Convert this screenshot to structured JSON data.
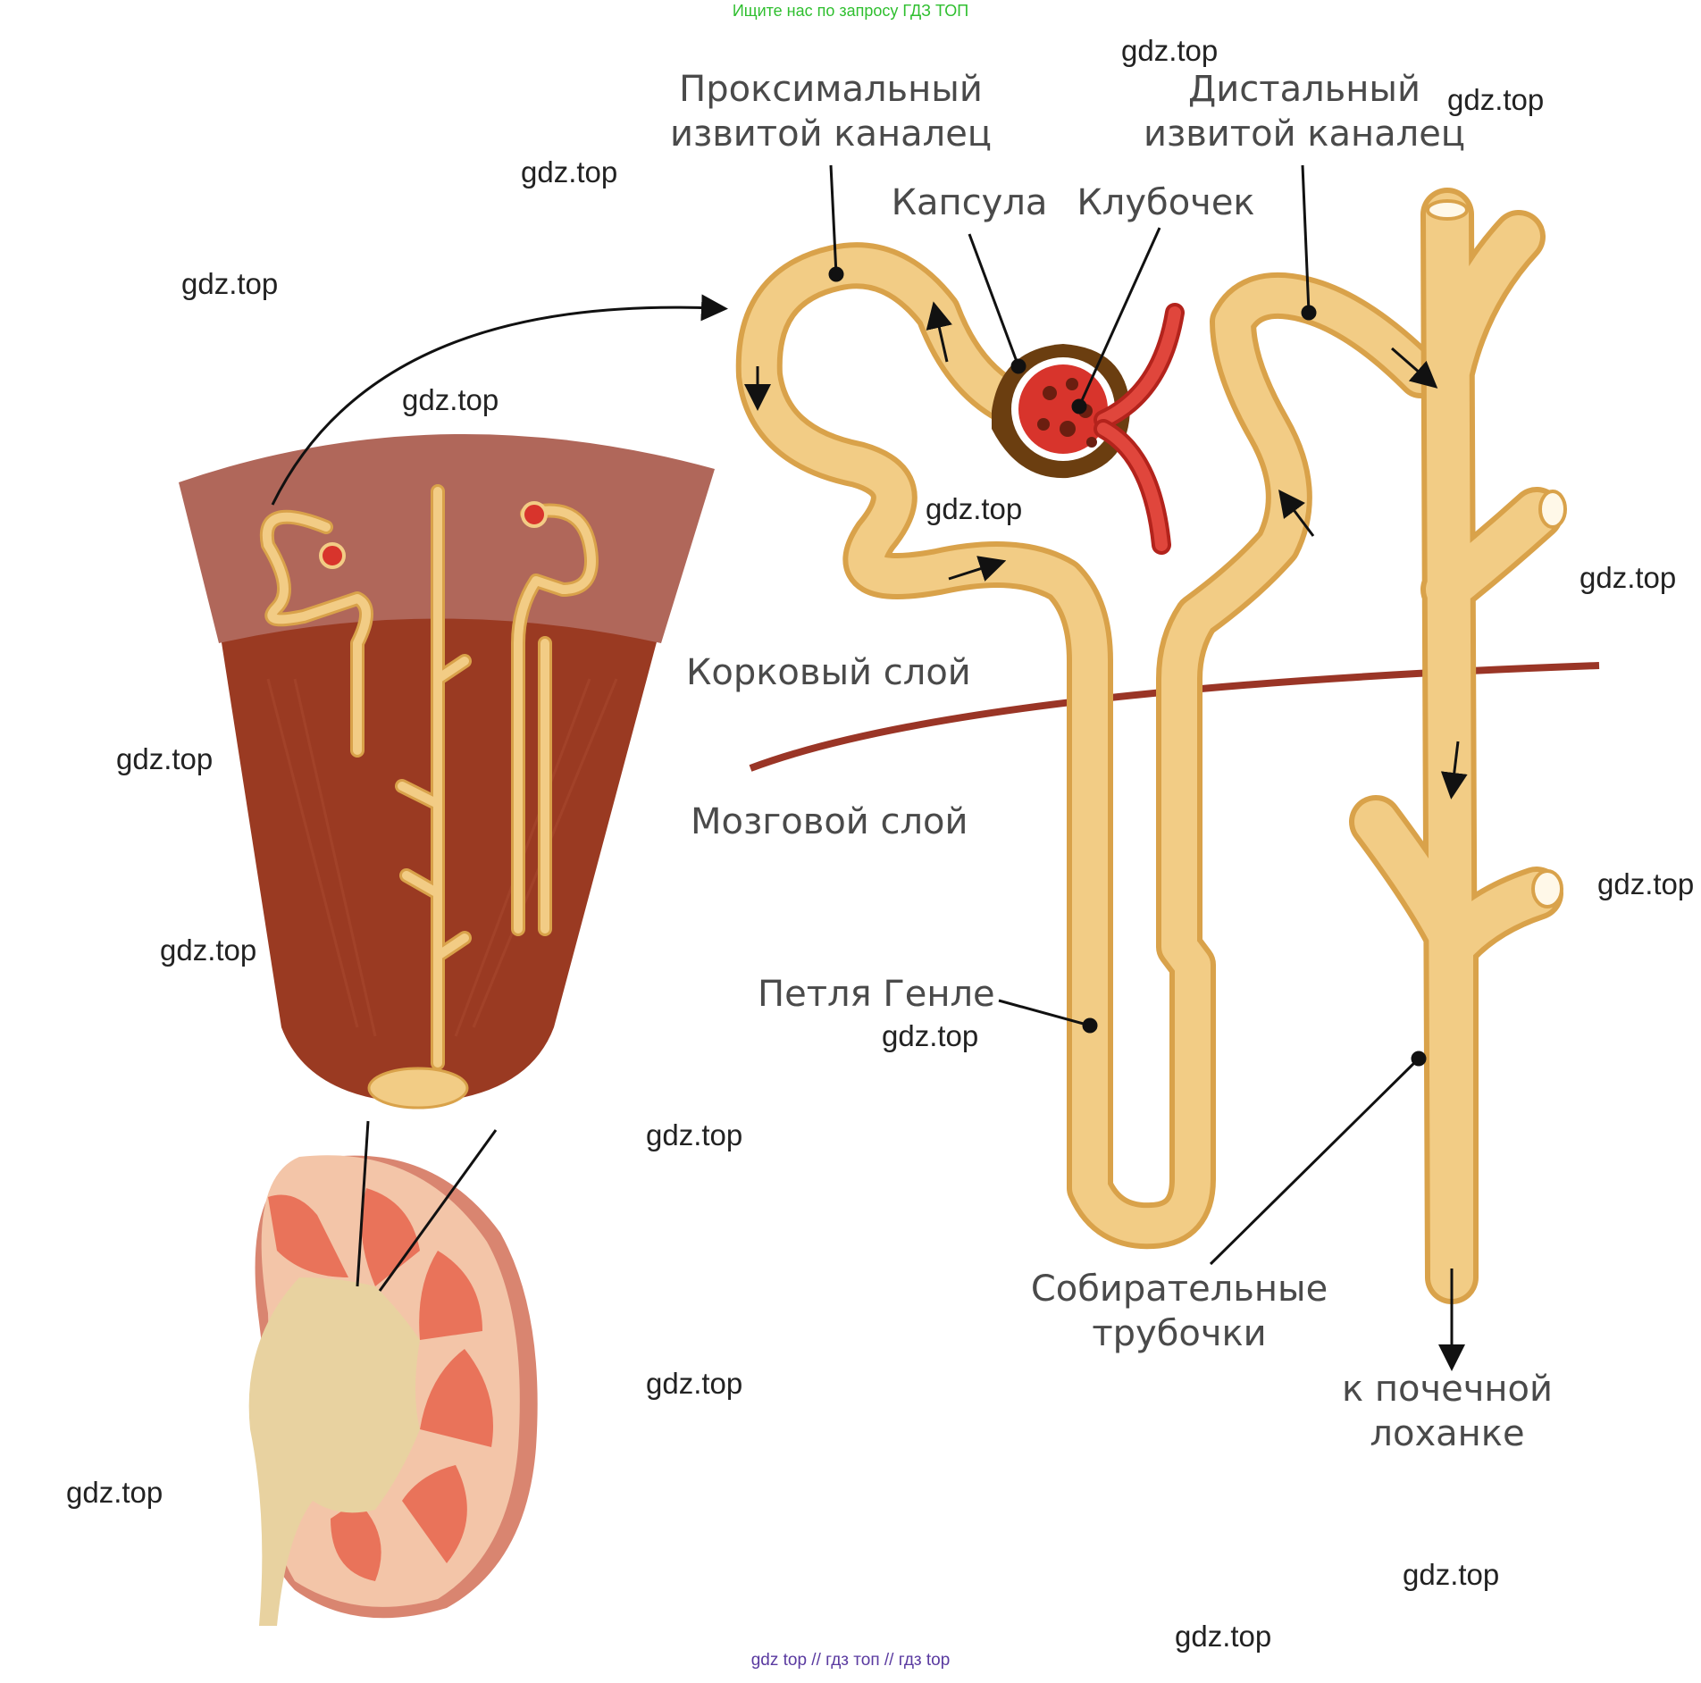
{
  "banner": "Ищите нас по запросу ГДЗ ТОП",
  "footer": "gdz top  //  гдз топ  //  гдз top",
  "watermark": "gdz.top",
  "labels": {
    "proximal": "Проксимальный\nизвитой каналец",
    "distal": "Дистальный\nизвитой каналец",
    "capsule": "Капсула",
    "glomerulus": "Клубочек",
    "cortex": "Корковый слой",
    "medulla": "Мозговой слой",
    "loop": "Петля Генле",
    "collecting": "Собирательные\nтрубочки",
    "pelvis": "к почечной\nлоханке"
  },
  "colors": {
    "tubule": "#f2cc85",
    "tubule_edge": "#d9a24a",
    "cortex": "#b0675a",
    "medulla": "#9a3a22",
    "vessel": "#d8342c",
    "boundary": "#9a3526",
    "kidney_outer": "#e7a58c",
    "pyramid": "#e9735a"
  }
}
